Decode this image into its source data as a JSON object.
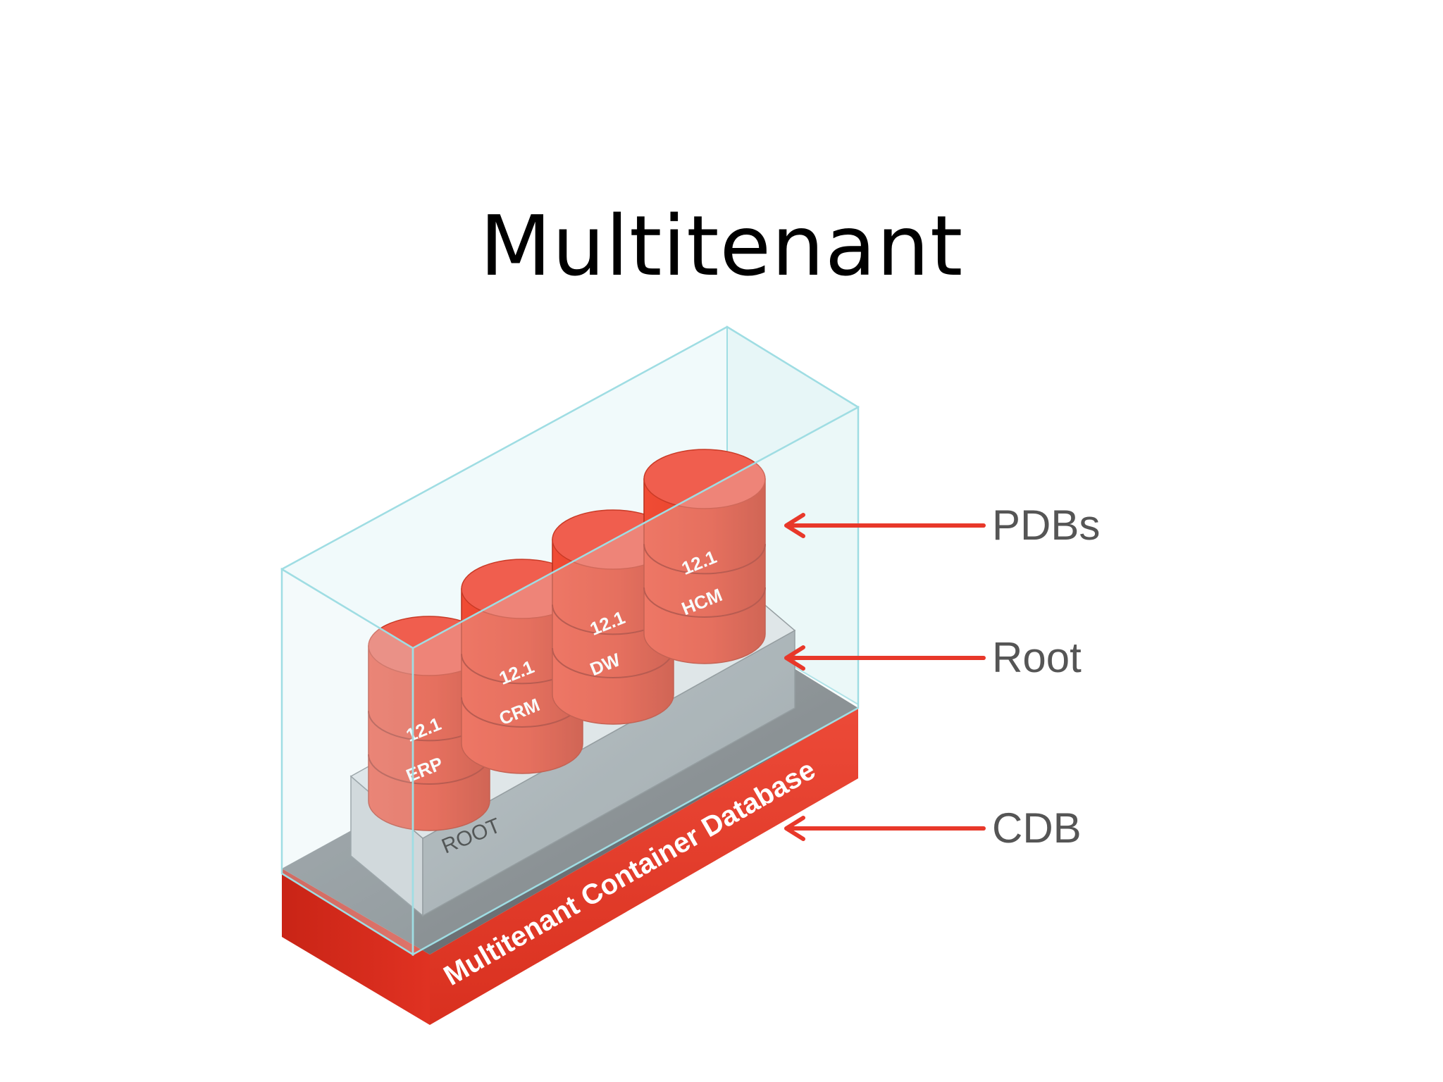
{
  "title": "Multitenant",
  "callouts": {
    "pdbs": "PDBs",
    "root": "Root",
    "cdb": "CDB"
  },
  "root_label": "ROOT",
  "cdb_label": "Multitenant Container Database",
  "pdbs": [
    {
      "version": "12.1",
      "name": "ERP"
    },
    {
      "version": "12.1",
      "name": "CRM"
    },
    {
      "version": "12.1",
      "name": "DW"
    },
    {
      "version": "12.1",
      "name": "HCM"
    }
  ],
  "colors": {
    "cdb_red": "#e8382a",
    "pdb_red": "#e8452e",
    "pdb_top": "#f06052",
    "root_gray": "#9aa1a6",
    "container_glass": "#d8eef1",
    "container_edge": "#9fdde3",
    "arrow_red": "#e8382a"
  }
}
